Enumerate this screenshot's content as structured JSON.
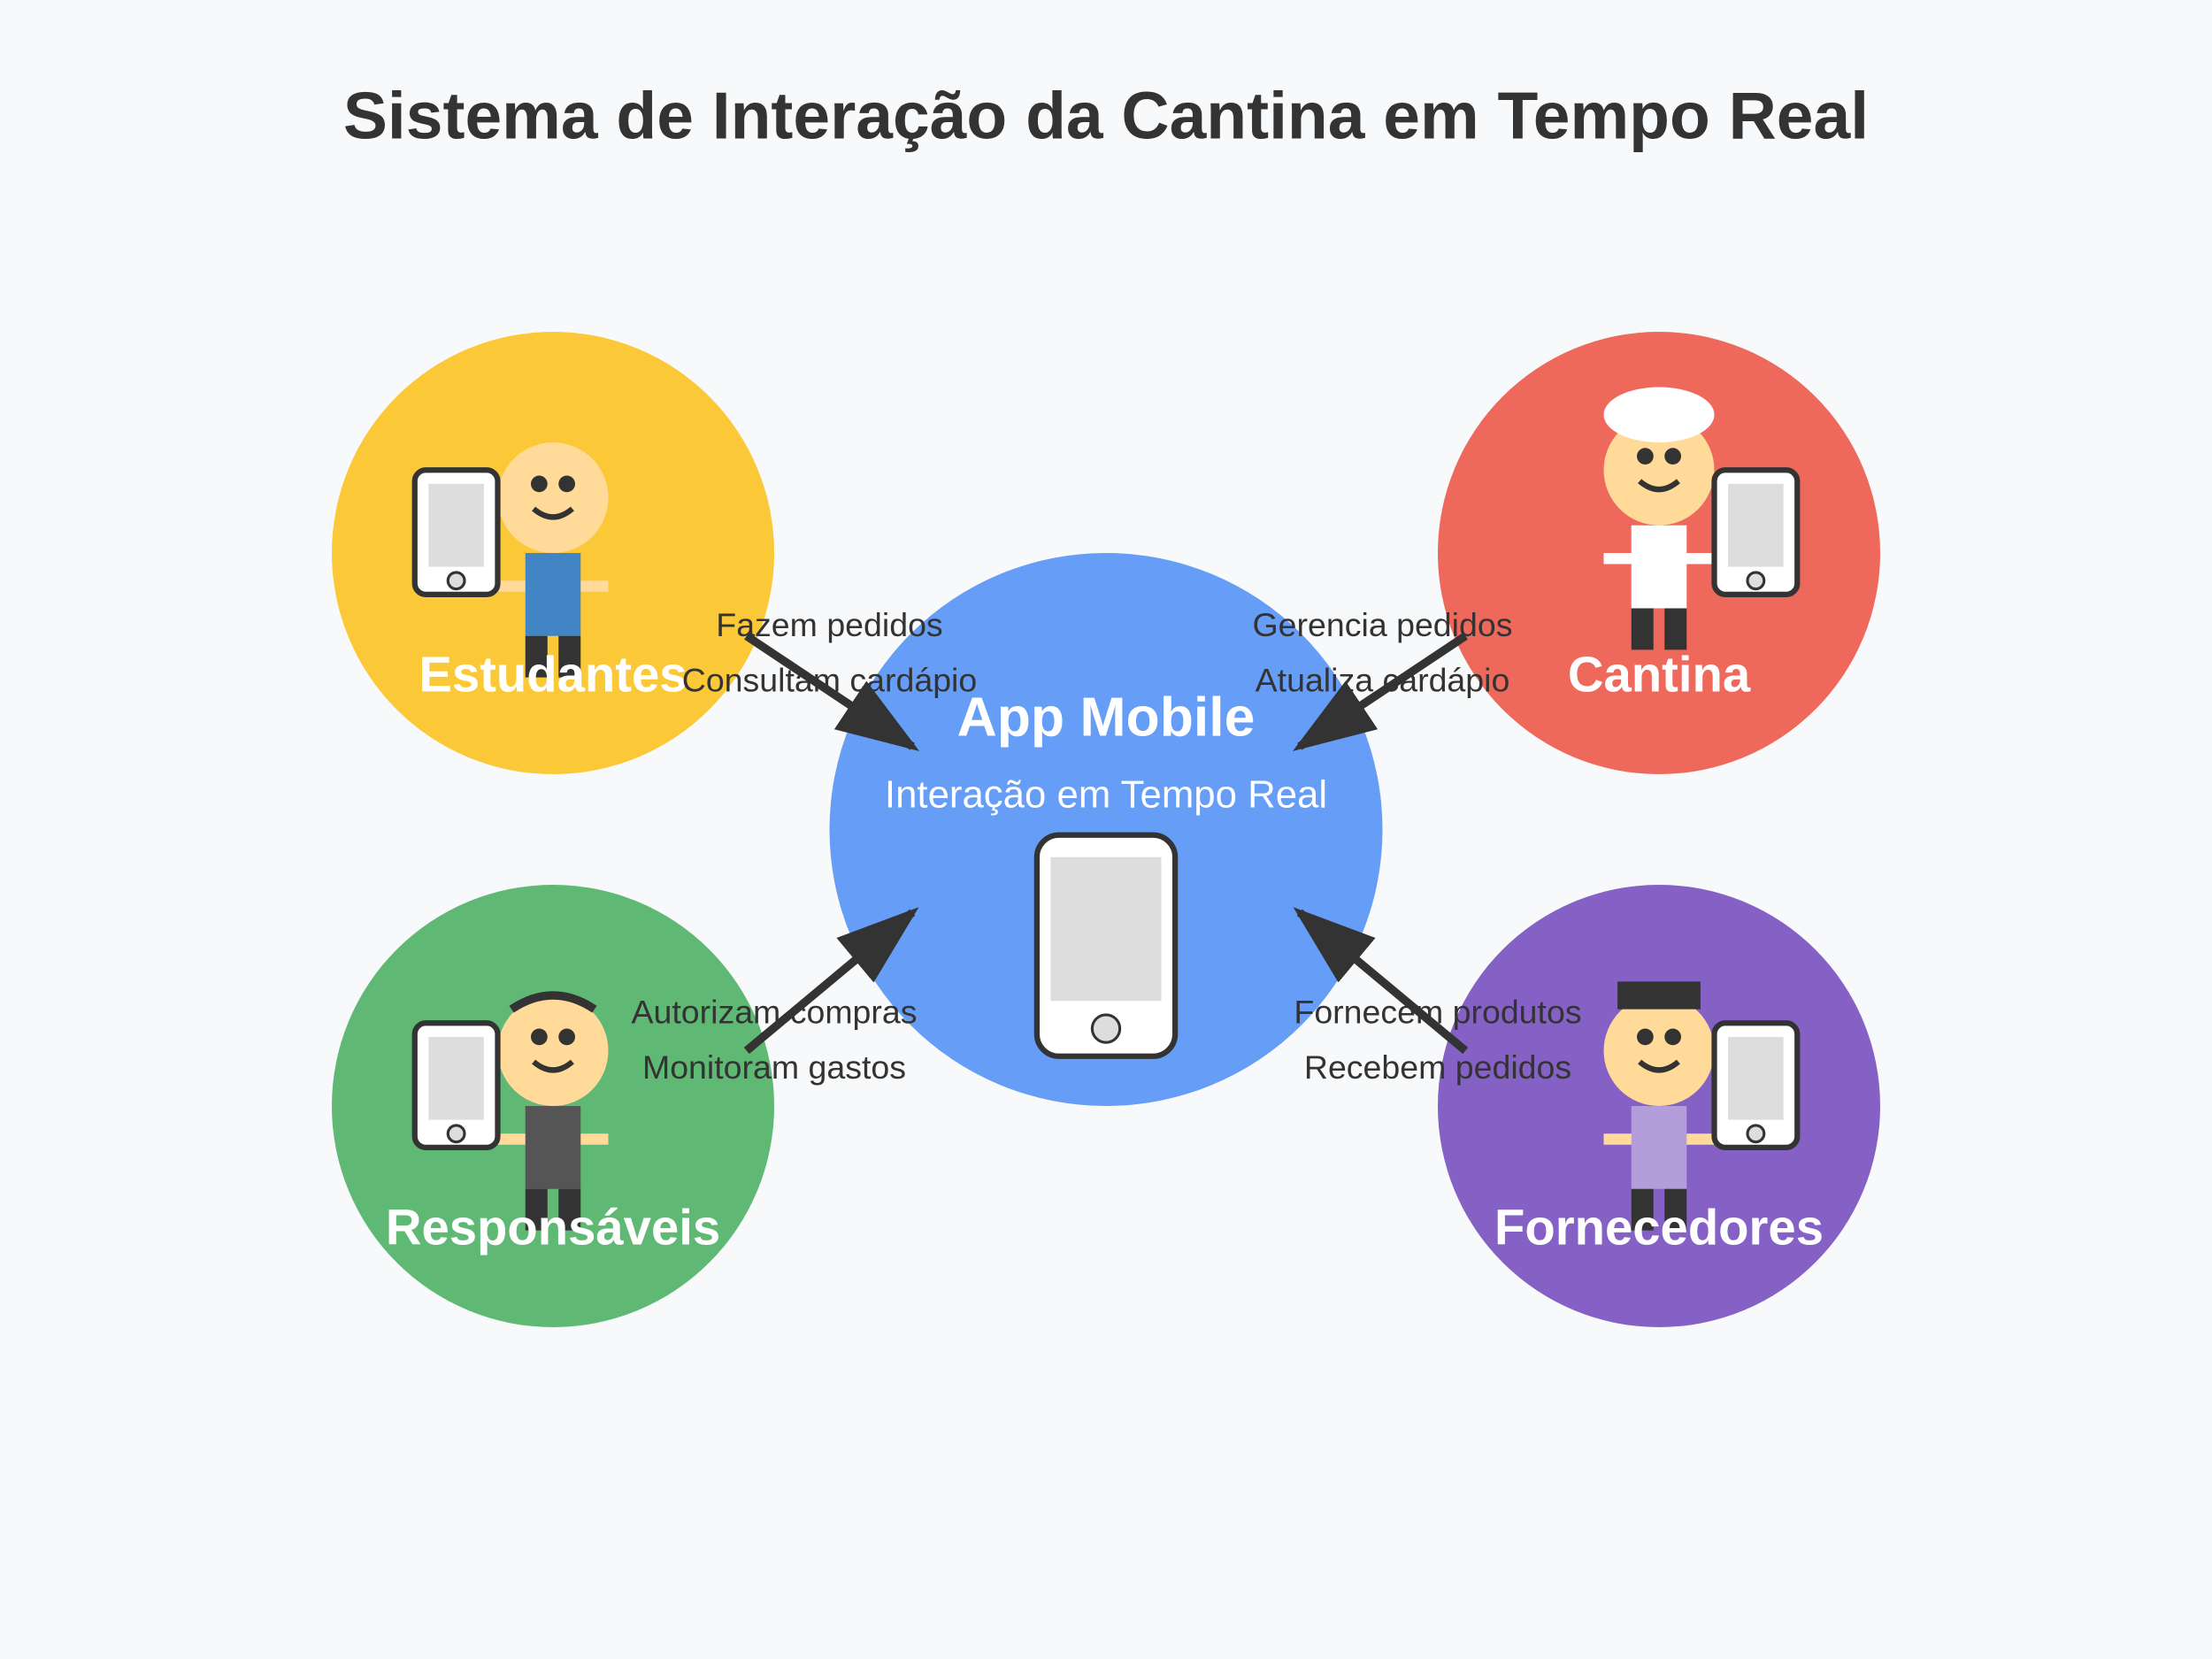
{
  "title": "Sistema de Interação da Cantina em Tempo Real",
  "center": {
    "title": "App Mobile",
    "subtitle": "Interação em Tempo Real",
    "color": "#669DF6"
  },
  "nodes": {
    "students": {
      "label": "Estudantes",
      "color": "#FBC937",
      "shirt": "#4285C4"
    },
    "canteen": {
      "label": "Cantina",
      "color": "#EE685C",
      "shirt": "#FFFFFF"
    },
    "guardians": {
      "label": "Responsáveis",
      "color": "#5FB974",
      "shirt": "#555555"
    },
    "suppliers": {
      "label": "Fornecedores",
      "color": "#8561C5",
      "shirt": "#B39DDB"
    }
  },
  "edges": {
    "students": [
      "Fazem pedidos",
      "Consultam cardápio"
    ],
    "canteen": [
      "Gerencia pedidos",
      "Atualiza cardápio"
    ],
    "guardians": [
      "Autorizam compras",
      "Monitoram gastos"
    ],
    "suppliers": [
      "Fornecem produtos",
      "Recebem pedidos"
    ]
  },
  "icons": [
    "person-icon",
    "smartphone-icon",
    "chef-hat-icon"
  ]
}
